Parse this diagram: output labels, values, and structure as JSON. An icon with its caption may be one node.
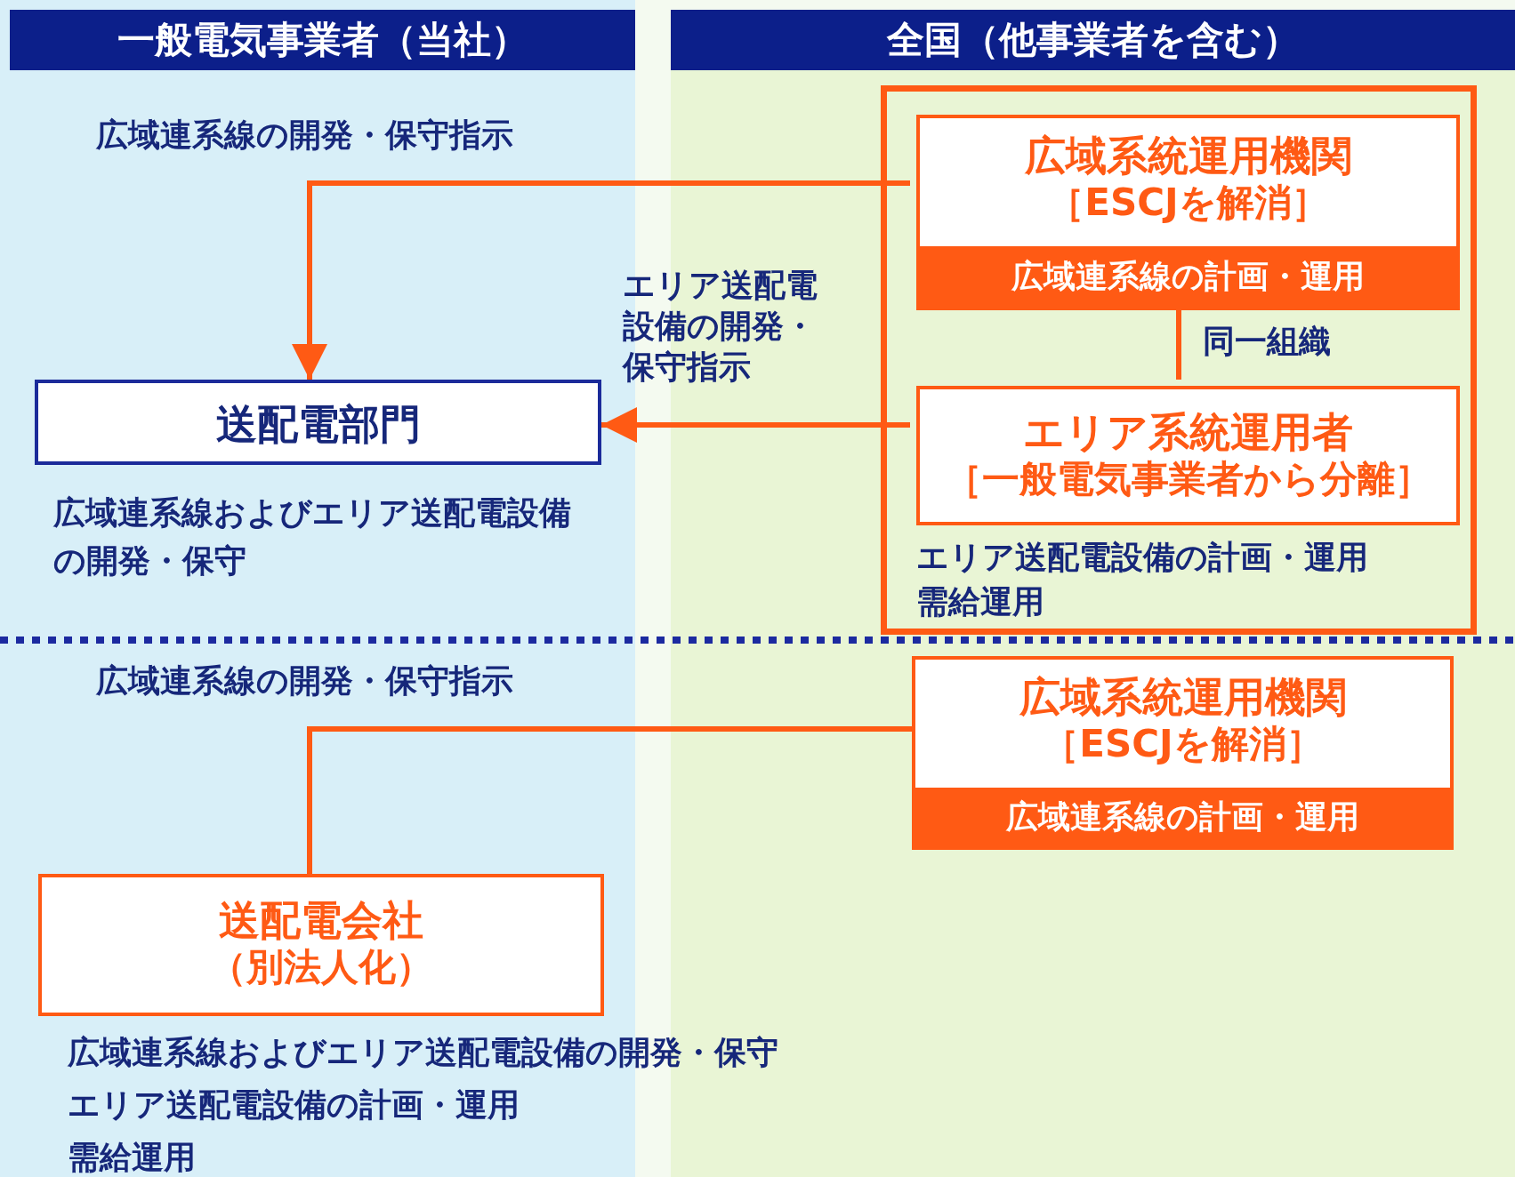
{
  "diagram": {
    "nodes": [
      {
        "text": [
          "一般電気事業者（当社）"
        ]
      },
      {
        "text": [
          "全国（他事業者を含む）"
        ]
      },
      {
        "text": [
          "エリア送配電設備の計画・運用",
          "需給運用"
        ]
      },
      {
        "text": [
          "広域系統運用機関",
          "［ESCJを解消］",
          "広域連系線の計画・運用"
        ],
        "in": 2
      },
      {
        "text": [
          "エリア系統運用者",
          "［一般電気事業者から分離］"
        ],
        "in": 2
      },
      {
        "text": [
          "送配電部門"
        ],
        "beside": [
          "広域連系線およびエリア送配電設備の開発・保守"
        ]
      },
      {
        "text": [
          "広域系統運用機関",
          "［ESCJを解消］",
          "広域連系線の計画・運用"
        ]
      },
      {
        "text": [
          "送配電会社",
          "（別法人化）"
        ],
        "beside": [
          "広域連系線およびエリア送配電設備の開発・保守",
          "エリア送配電設備の計画・運用",
          "需給運用"
        ]
      }
    ],
    "edges": [
      {
        "from": 3,
        "to": 5,
        "arrow": "to",
        "label": "広域連系線の開発・保守指示"
      },
      {
        "from": 4,
        "to": 5,
        "arrow": "to",
        "label": "エリア送配電設備の開発・保守指示"
      },
      {
        "from": 3,
        "to": 4,
        "arrow": "none",
        "label": "同一組織"
      },
      {
        "from": 6,
        "to": 7,
        "arrow": "none",
        "label": "広域連系線の開発・保守指示"
      }
    ]
  }
}
